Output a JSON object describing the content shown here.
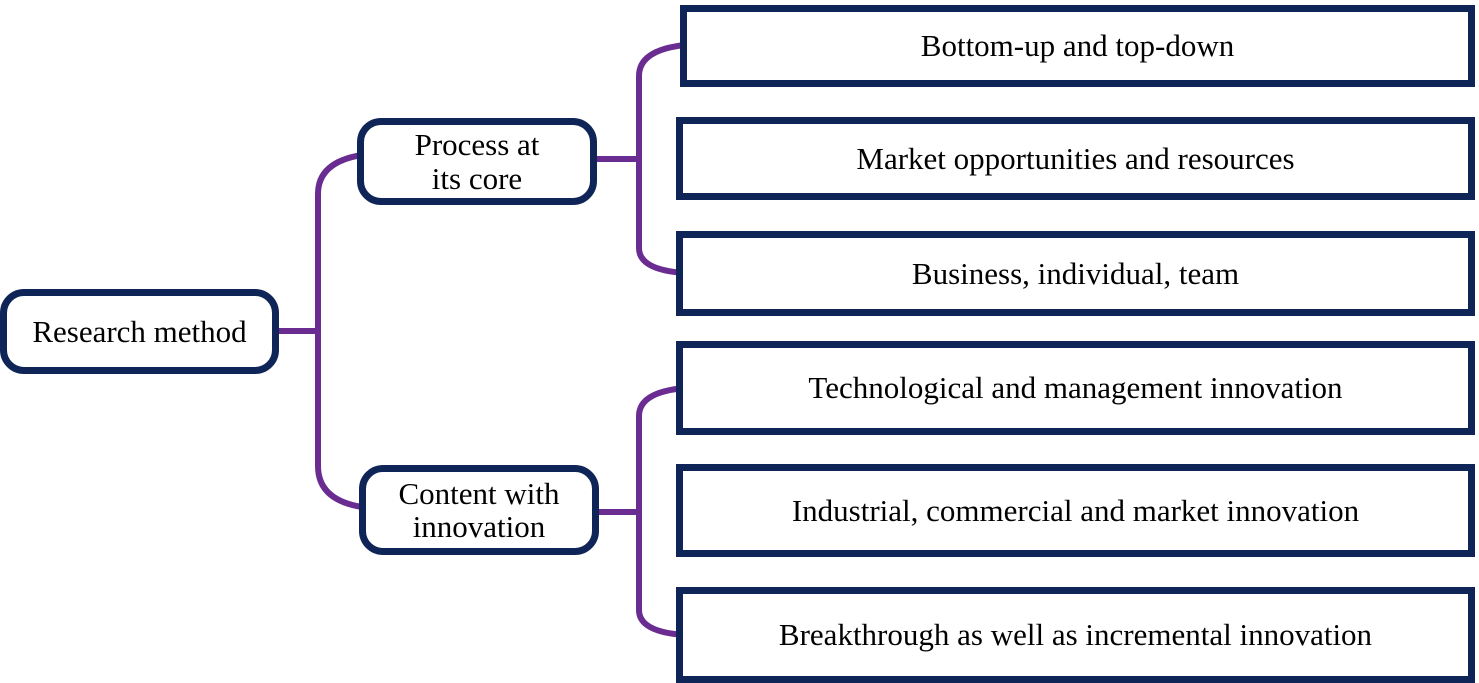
{
  "colors": {
    "connector": "#6a2c91",
    "border": "#0f2557",
    "text": "#000000",
    "background": "#ffffff"
  },
  "diagram": {
    "root": {
      "label": "Research method"
    },
    "branches": [
      {
        "label_line1": "Process at",
        "label_line2": "its core",
        "children": [
          "Bottom-up and top-down",
          "Market opportunities and resources",
          "Business, individual, team"
        ]
      },
      {
        "label_line1": "Content with",
        "label_line2": "innovation",
        "children": [
          "Technological  and management innovation",
          "Industrial, commercial and market innovation",
          "Breakthrough as well as incremental innovation"
        ]
      }
    ]
  }
}
